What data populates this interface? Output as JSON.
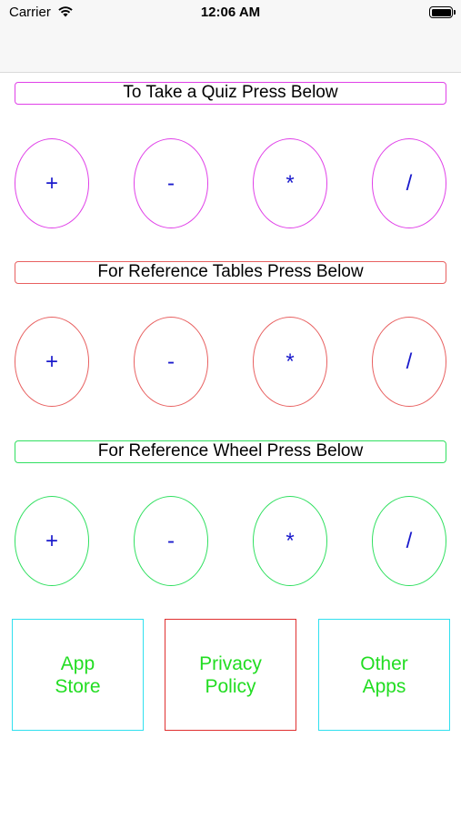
{
  "status_bar": {
    "carrier": "Carrier",
    "time": "12:06 AM",
    "battery_level": 1.0
  },
  "sections": [
    {
      "title": "To Take a Quiz Press Below",
      "color": "#e040e8",
      "buttons": [
        "+",
        "-",
        "*",
        "/"
      ]
    },
    {
      "title": "For Reference Tables  Press Below",
      "color": "#e86060",
      "buttons": [
        "+",
        "-",
        "*",
        "/"
      ]
    },
    {
      "title": "For Reference Wheel Press Below",
      "color": "#30e060",
      "buttons": [
        "+",
        "-",
        "*",
        "/"
      ]
    }
  ],
  "bottom_buttons": [
    {
      "line1": "App",
      "line2": "Store",
      "border_color": "#30e0ef"
    },
    {
      "line1": "Privacy",
      "line2": "Policy",
      "border_color": "#e03030"
    },
    {
      "line1": "Other",
      "line2": "Apps",
      "border_color": "#30e0ef"
    }
  ],
  "colors": {
    "operator_text": "#1a1acc",
    "bottom_text": "#22dd22"
  }
}
